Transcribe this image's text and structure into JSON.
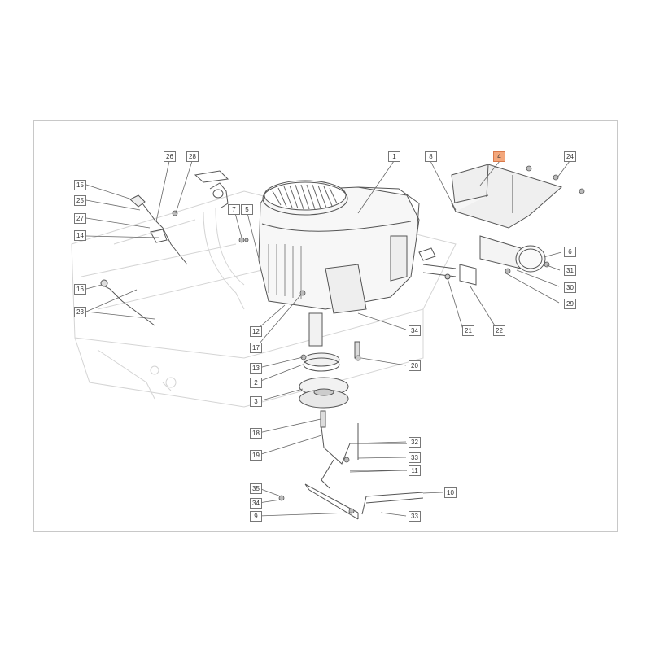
{
  "colors": {
    "highlight": "#f3a77c",
    "line": "#555555",
    "ghost": "#d4d4d4",
    "frame": "#c8c8c8"
  },
  "highlighted_part": "4",
  "callouts": [
    {
      "id": "c1",
      "label": "1"
    },
    {
      "id": "c2",
      "label": "2"
    },
    {
      "id": "c3",
      "label": "3"
    },
    {
      "id": "c4",
      "label": "4"
    },
    {
      "id": "c5",
      "label": "5"
    },
    {
      "id": "c6",
      "label": "6"
    },
    {
      "id": "c7",
      "label": "7"
    },
    {
      "id": "c8",
      "label": "8"
    },
    {
      "id": "c9",
      "label": "9"
    },
    {
      "id": "c10",
      "label": "10"
    },
    {
      "id": "c11",
      "label": "11"
    },
    {
      "id": "c12",
      "label": "12"
    },
    {
      "id": "c13",
      "label": "13"
    },
    {
      "id": "c14",
      "label": "14"
    },
    {
      "id": "c15",
      "label": "15"
    },
    {
      "id": "c16",
      "label": "16"
    },
    {
      "id": "c17",
      "label": "17"
    },
    {
      "id": "c18",
      "label": "18"
    },
    {
      "id": "c19",
      "label": "19"
    },
    {
      "id": "c20",
      "label": "20"
    },
    {
      "id": "c21",
      "label": "21"
    },
    {
      "id": "c22",
      "label": "22"
    },
    {
      "id": "c23",
      "label": "23"
    },
    {
      "id": "c24",
      "label": "24"
    },
    {
      "id": "c25",
      "label": "25"
    },
    {
      "id": "c26",
      "label": "26"
    },
    {
      "id": "c27",
      "label": "27"
    },
    {
      "id": "c28",
      "label": "28"
    },
    {
      "id": "c29",
      "label": "29"
    },
    {
      "id": "c30",
      "label": "30"
    },
    {
      "id": "c31",
      "label": "31"
    },
    {
      "id": "c32",
      "label": "32"
    },
    {
      "id": "c33a",
      "label": "33"
    },
    {
      "id": "c33b",
      "label": "33"
    },
    {
      "id": "c34a",
      "label": "34"
    },
    {
      "id": "c34b",
      "label": "34"
    },
    {
      "id": "c35",
      "label": "35"
    }
  ]
}
